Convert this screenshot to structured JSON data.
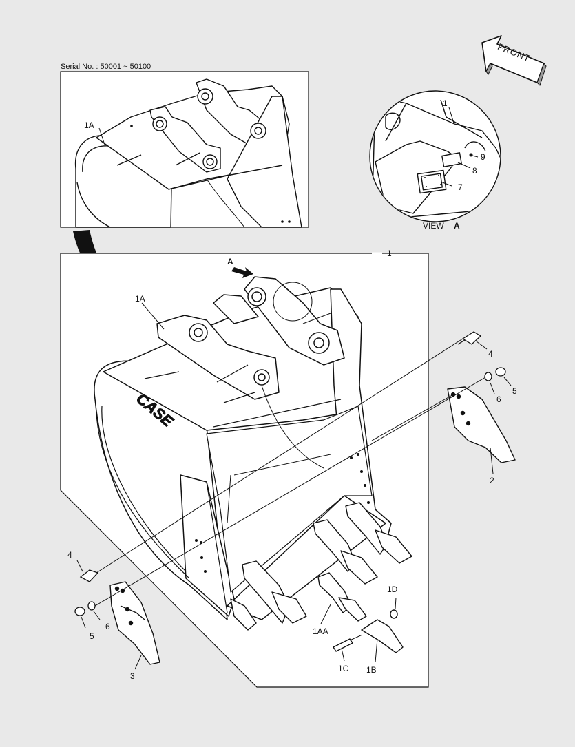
{
  "serial": "Serial No. : 50001 ~ 50100",
  "front_label": "FRONT",
  "view_label": "VIEW",
  "view_letter": "A",
  "arrow_letter": "A",
  "brand_mark": "CASE",
  "callouts": {
    "c1_main": "1",
    "c1a_inset": "1A",
    "c1a_main": "1A",
    "c1_view": "1",
    "c9": "9",
    "c8": "8",
    "c7": "7",
    "c4_right": "4",
    "c5_right": "5",
    "c6_right": "6",
    "c2": "2",
    "c4_left": "4",
    "c6_left": "6",
    "c5_left": "5",
    "c3": "3",
    "c1d": "1D",
    "c1aa": "1AA",
    "c1c": "1C",
    "c1b": "1B"
  }
}
